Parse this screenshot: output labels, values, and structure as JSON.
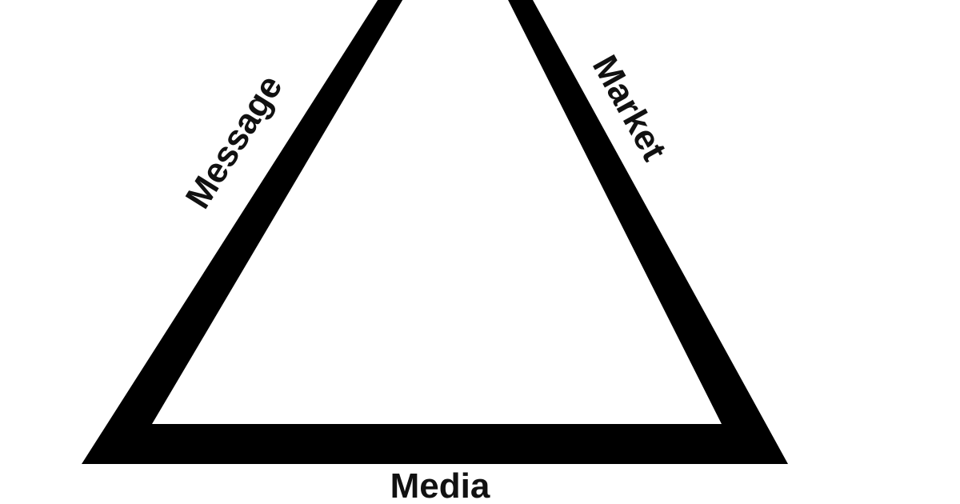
{
  "diagram": {
    "labels": {
      "left": "Message",
      "right": "Market",
      "bottom": "Media"
    },
    "colors": {
      "stroke": "#000000",
      "fill": "#ffffff",
      "text": "#111111",
      "background": "#ffffff"
    }
  }
}
